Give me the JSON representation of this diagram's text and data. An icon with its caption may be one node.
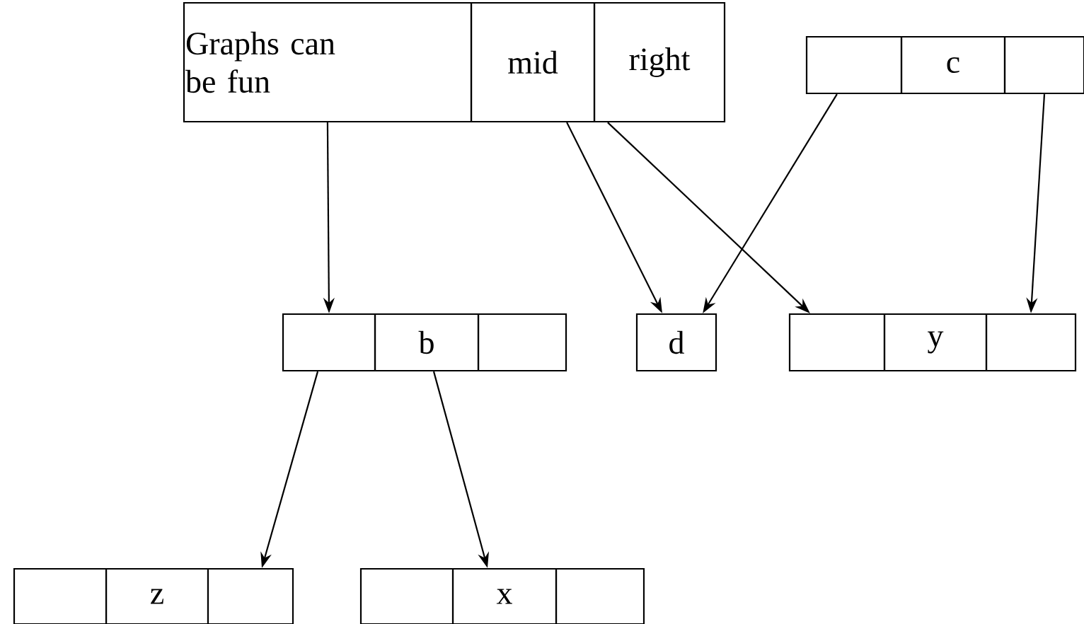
{
  "diagram": {
    "nodes": [
      {
        "text": [
          "Graphs can be fun"
        ]
      },
      {
        "text": [
          "mid"
        ]
      },
      {
        "text": [
          "right"
        ]
      },
      {
        "text": [],
        "shape": "box"
      },
      {
        "text": [
          "c"
        ]
      },
      {
        "text": [],
        "shape": "box"
      },
      {
        "text": [],
        "shape": "box"
      },
      {
        "text": [
          "b"
        ]
      },
      {
        "text": [],
        "shape": "box"
      },
      {
        "text": [
          "d"
        ]
      },
      {
        "text": [],
        "shape": "box"
      },
      {
        "text": [
          "y"
        ]
      },
      {
        "text": [],
        "shape": "box"
      },
      {
        "text": [],
        "shape": "box"
      },
      {
        "text": [
          "z"
        ]
      },
      {
        "text": [],
        "shape": "box"
      },
      {
        "text": [],
        "shape": "box"
      },
      {
        "text": [
          "x"
        ]
      },
      {
        "text": [],
        "shape": "box"
      }
    ],
    "edges": [
      {
        "from": 0,
        "to": 6,
        "arrow": "to"
      },
      {
        "from": 1,
        "to": 9,
        "arrow": "to"
      },
      {
        "from": 2,
        "to": 10,
        "arrow": "to"
      },
      {
        "from": 3,
        "to": 9,
        "arrow": "to"
      },
      {
        "from": 5,
        "to": 12,
        "arrow": "to"
      },
      {
        "from": 6,
        "to": 15,
        "arrow": "to"
      },
      {
        "from": 7,
        "to": 17,
        "arrow": "to"
      }
    ]
  }
}
